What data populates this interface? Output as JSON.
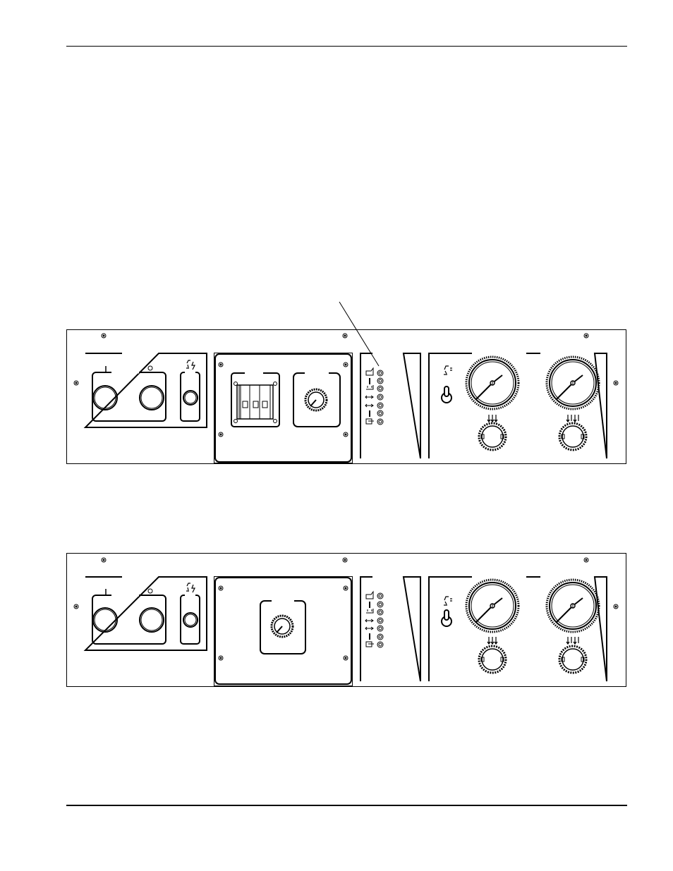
{
  "page": {
    "header_rule": true,
    "footer_rule": true
  },
  "panels": [
    {
      "id": "panel-top",
      "variant": "with-circuit-breaker",
      "power_switch": {
        "on_symbol": "I",
        "off_symbol": "O"
      },
      "indicator_lamp_count": 7,
      "gauges": 2,
      "has_callout_leader": true
    },
    {
      "id": "panel-bottom",
      "variant": "without-circuit-breaker",
      "power_switch": {
        "on_symbol": "I",
        "off_symbol": "O"
      },
      "indicator_lamp_count": 7,
      "gauges": 2,
      "has_callout_leader": false
    }
  ],
  "icons": {
    "status_lamps": [
      "torch-cap-icon",
      "thermometer-icon",
      "coolant-level-icon",
      "flow-arrow-icon",
      "flow-arrow-icon",
      "thermometer-icon",
      "door-interlock-icon"
    ],
    "torch_switch": "torch-trigger-icon",
    "high_voltage": "torch-lightning-icon",
    "gauge_inlet": "inlet-arrows-icon",
    "gauge_outlet": "outlet-arrows-icon"
  },
  "colors": {
    "line": "#000000",
    "background": "#ffffff"
  }
}
